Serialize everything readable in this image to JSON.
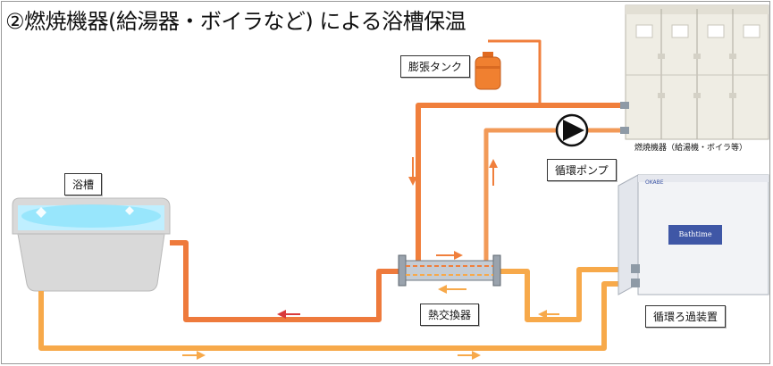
{
  "title": "②燃焼機器(給湯器・ボイラなど) による浴槽保温",
  "labels": {
    "expansion_tank": "膨張タンク",
    "boiler": "燃焼機器（給湯機・ボイラ等）",
    "pump": "循環ポンプ",
    "bathtub": "浴槽",
    "heat_exchanger": "熱交換器",
    "filter": "循環ろ過装置"
  },
  "filter_device": {
    "brand": "Bathtime",
    "maker_tag": "OKABE"
  },
  "colors": {
    "hot_pipe": "#f07f3c",
    "cold_pipe": "#f7a94a",
    "return_pipe": "#e8603a",
    "arrow_red": "#d93a3a",
    "tank": "#f08030"
  }
}
